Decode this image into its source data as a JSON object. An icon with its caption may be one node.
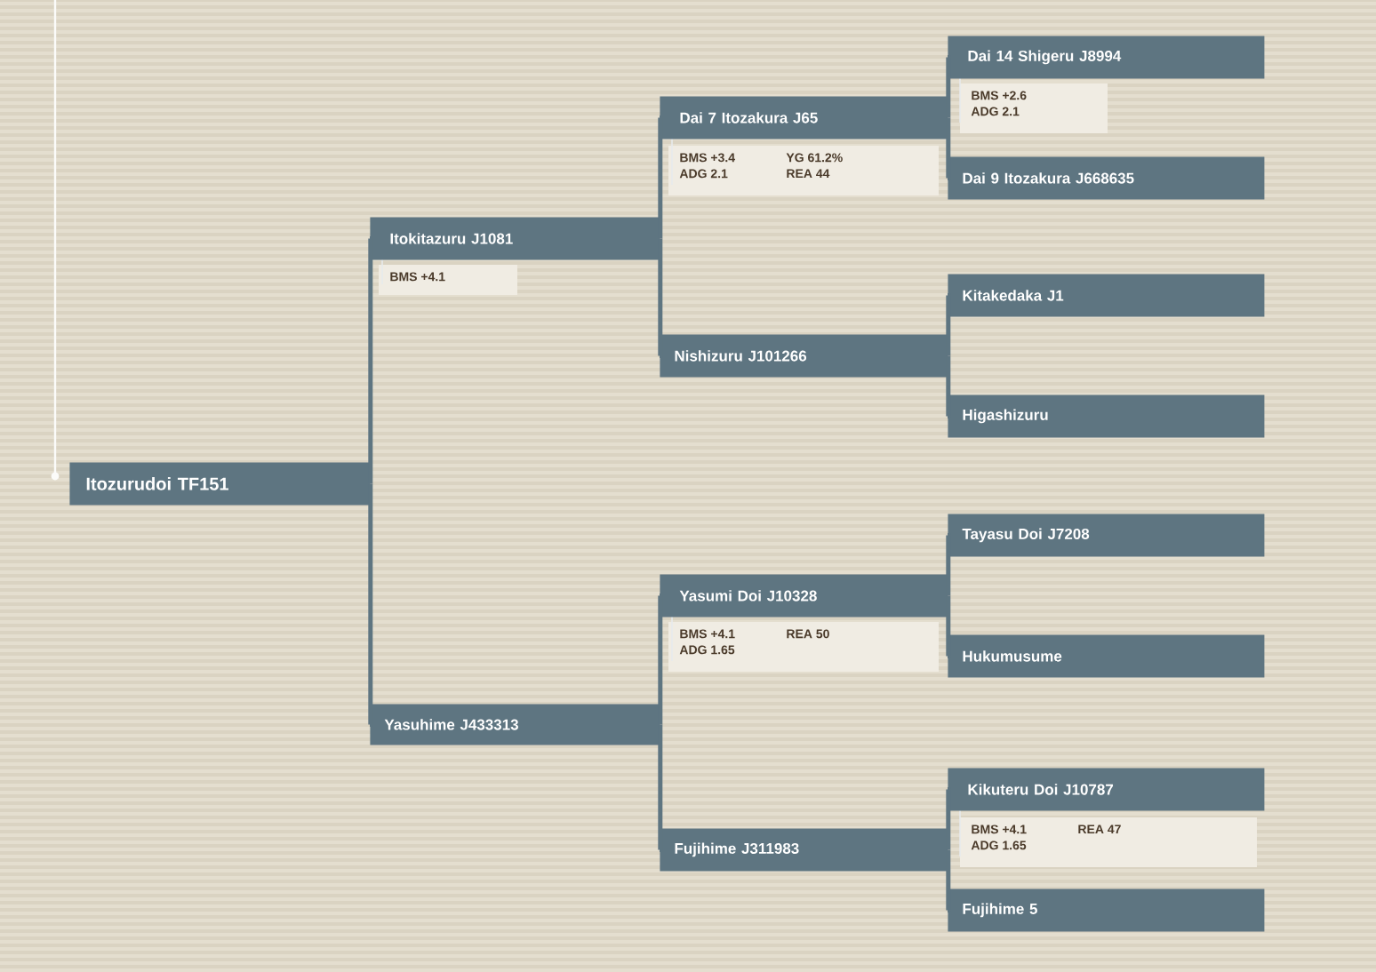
{
  "diagram": {
    "nodes": [
      {
        "text": [
          "Itozurudoi TF151"
        ]
      },
      {
        "text": [
          "Itokitazuru J1081"
        ],
        "beside": [
          "BMS +4.1"
        ]
      },
      {
        "text": [
          "Yasuhime J433313"
        ]
      },
      {
        "text": [
          "Dai 7 Itozakura J65"
        ],
        "beside": [
          "BMS +3.4",
          "YG 61.2%",
          "ADG 2.1",
          "REA 44"
        ]
      },
      {
        "text": [
          "Nishizuru J101266"
        ]
      },
      {
        "text": [
          "Yasumi Doi J10328"
        ],
        "beside": [
          "BMS +4.1",
          "REA 50",
          "ADG 1.65"
        ]
      },
      {
        "text": [
          "Fujihime J311983"
        ]
      },
      {
        "text": [
          "Dai 14 Shigeru J8994"
        ],
        "beside": [
          "BMS +2.6",
          "ADG 2.1"
        ]
      },
      {
        "text": [
          "Dai 9 Itozakura J668635"
        ]
      },
      {
        "text": [
          "Kitakedaka J1"
        ]
      },
      {
        "text": [
          "Higashizuru"
        ]
      },
      {
        "text": [
          "Tayasu Doi J7208"
        ]
      },
      {
        "text": [
          "Hukumusume"
        ]
      },
      {
        "text": [
          "Kikuteru Doi J10787"
        ],
        "beside": [
          "BMS +4.1",
          "REA 47",
          "ADG 1.65"
        ]
      },
      {
        "text": [
          "Fujihime 5"
        ]
      }
    ],
    "edges": [
      {
        "from": 0,
        "to": 1,
        "arrow": "none"
      },
      {
        "from": 0,
        "to": 2,
        "arrow": "none"
      },
      {
        "from": 1,
        "to": 3,
        "arrow": "none"
      },
      {
        "from": 1,
        "to": 4,
        "arrow": "none"
      },
      {
        "from": 2,
        "to": 5,
        "arrow": "none"
      },
      {
        "from": 2,
        "to": 6,
        "arrow": "none"
      },
      {
        "from": 3,
        "to": 7,
        "arrow": "none"
      },
      {
        "from": 3,
        "to": 8,
        "arrow": "none"
      },
      {
        "from": 4,
        "to": 9,
        "arrow": "none"
      },
      {
        "from": 4,
        "to": 10,
        "arrow": "none"
      },
      {
        "from": 5,
        "to": 11,
        "arrow": "none"
      },
      {
        "from": 5,
        "to": 12,
        "arrow": "none"
      },
      {
        "from": 6,
        "to": 13,
        "arrow": "none"
      },
      {
        "from": 6,
        "to": 14,
        "arrow": "none"
      }
    ]
  }
}
